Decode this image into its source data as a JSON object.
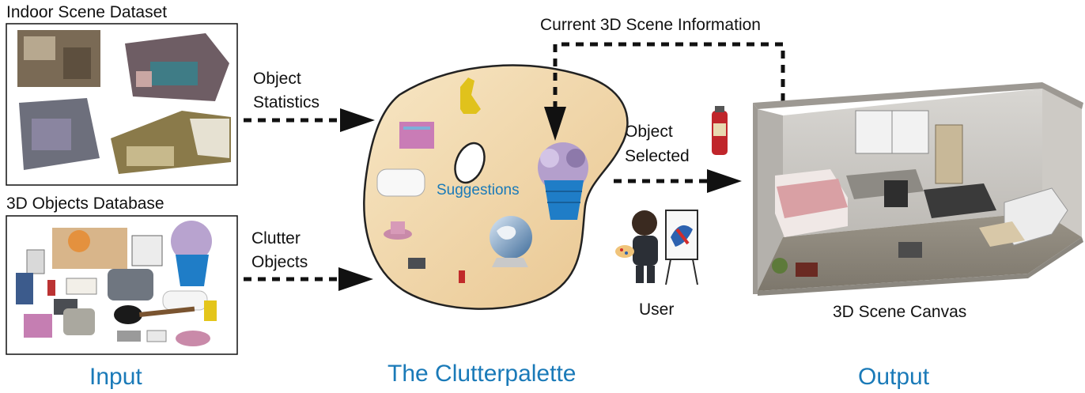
{
  "labels": {
    "indoor_dataset": "Indoor Scene Dataset",
    "objects_db": "3D Objects Database",
    "object_statistics_1": "Object",
    "object_statistics_2": "Statistics",
    "clutter_objects_1": "Clutter",
    "clutter_objects_2": "Objects",
    "current_info": "Current 3D Scene Information",
    "object_selected_1": "Object",
    "object_selected_2": "Selected",
    "suggestions": "Suggestions",
    "user": "User",
    "scene_canvas": "3D Scene Canvas"
  },
  "sections": {
    "input": "Input",
    "palette": "The Clutterpalette",
    "output": "Output"
  },
  "colors": {
    "accent": "#1a7ab8",
    "palette_fill": "#f3d9ae",
    "arrow": "#111111"
  }
}
